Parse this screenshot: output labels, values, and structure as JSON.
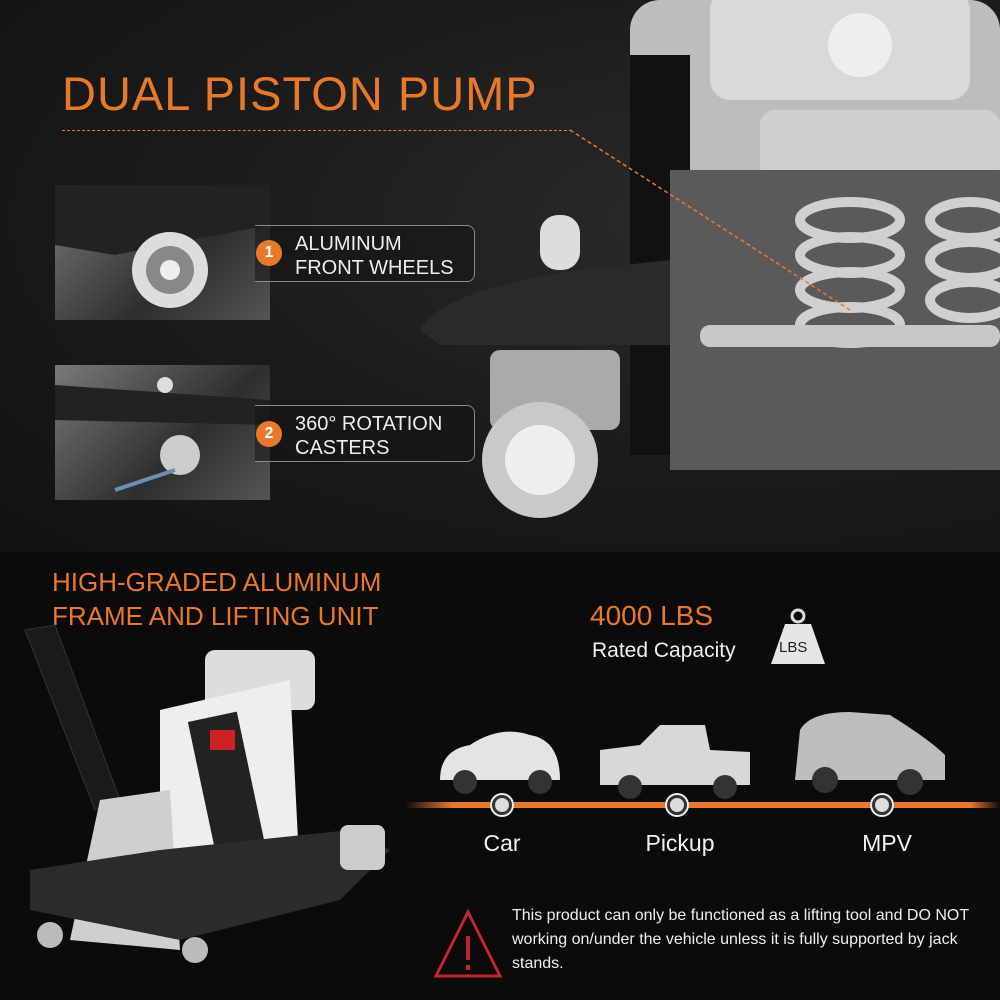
{
  "header": {
    "title": "DUAL PISTON PUMP"
  },
  "features": [
    {
      "number": "1",
      "line1": "ALUMINUM",
      "line2": "FRONT WHEELS"
    },
    {
      "number": "2",
      "line1": "360° ROTATION",
      "line2": "CASTERS"
    }
  ],
  "frame": {
    "line1": "HIGH-GRADED ALUMINUM",
    "line2": "FRAME AND LIFTING UNIT"
  },
  "capacity": {
    "value": "4000 LBS",
    "label": "Rated Capacity",
    "icon_text": "LBS"
  },
  "vehicles": [
    {
      "label": "Car"
    },
    {
      "label": "Pickup"
    },
    {
      "label": "MPV"
    }
  ],
  "warning": {
    "text": "This product can only be functioned as a lifting tool and DO NOT working on/under the vehicle unless it is fully supported by jack stands."
  },
  "colors": {
    "accent": "#e8792a",
    "background": "#0b0b0b"
  }
}
